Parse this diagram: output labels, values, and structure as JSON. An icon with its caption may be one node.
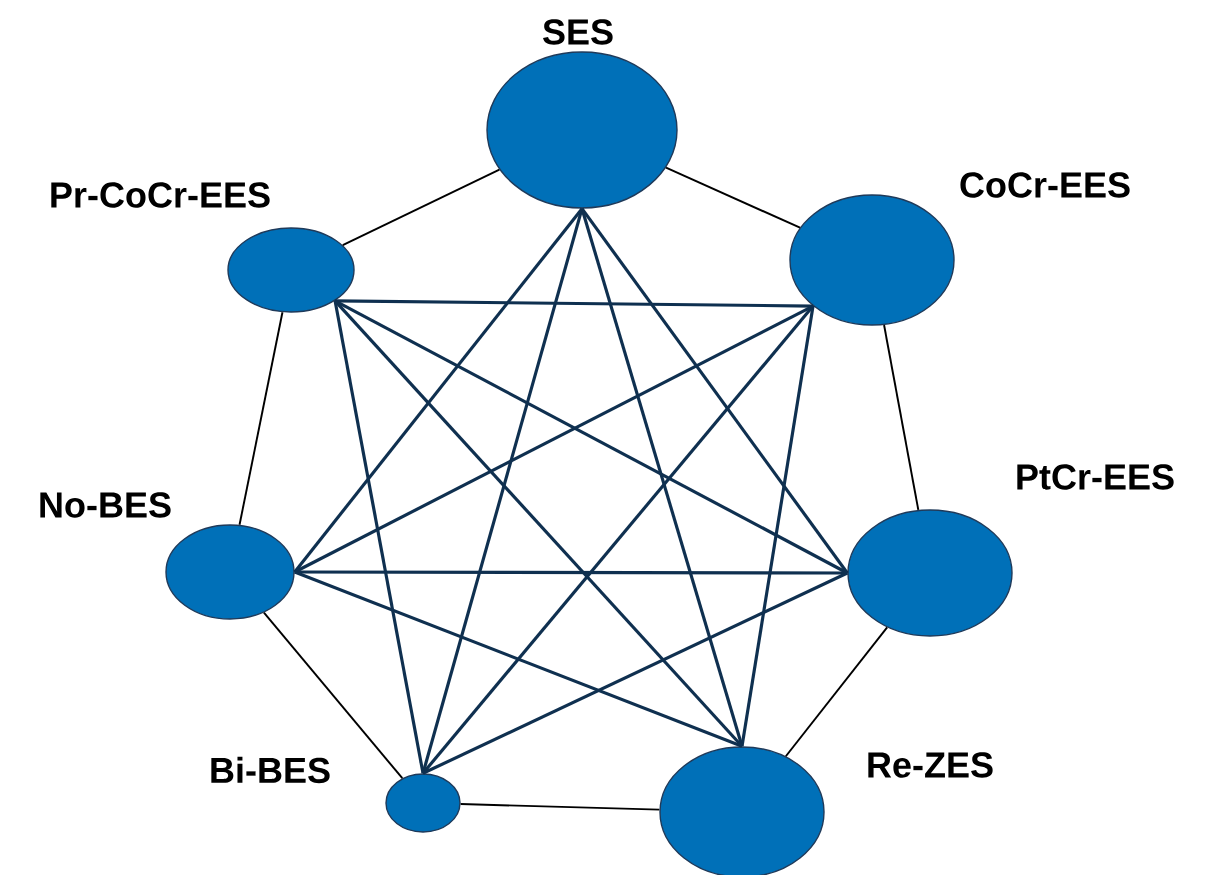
{
  "diagram": {
    "nodes": [
      {
        "text": [
          "SES"
        ]
      },
      {
        "text": [
          "CoCr-EES"
        ]
      },
      {
        "text": [
          "PtCr-EES"
        ]
      },
      {
        "text": [
          "Re-ZES"
        ]
      },
      {
        "text": [
          "Bi-BES"
        ]
      },
      {
        "text": [
          "No-BES"
        ]
      },
      {
        "text": [
          "Pr-CoCr-EES"
        ]
      }
    ],
    "edges": [
      {
        "from": 0,
        "to": 1,
        "arrow": "none",
        "color": "#000000"
      },
      {
        "from": 1,
        "to": 2,
        "arrow": "none",
        "color": "#000000"
      },
      {
        "from": 2,
        "to": 3,
        "arrow": "none",
        "color": "#000000"
      },
      {
        "from": 3,
        "to": 4,
        "arrow": "none",
        "color": "#000000"
      },
      {
        "from": 4,
        "to": 5,
        "arrow": "none",
        "color": "#000000"
      },
      {
        "from": 5,
        "to": 6,
        "arrow": "none",
        "color": "#000000"
      },
      {
        "from": 6,
        "to": 0,
        "arrow": "none",
        "color": "#000000"
      },
      {
        "from": 0,
        "to": 2,
        "arrow": "none"
      },
      {
        "from": 0,
        "to": 3,
        "arrow": "none"
      },
      {
        "from": 0,
        "to": 4,
        "arrow": "none"
      },
      {
        "from": 0,
        "to": 5,
        "arrow": "none"
      },
      {
        "from": 1,
        "to": 3,
        "arrow": "none"
      },
      {
        "from": 1,
        "to": 4,
        "arrow": "none"
      },
      {
        "from": 1,
        "to": 5,
        "arrow": "none"
      },
      {
        "from": 1,
        "to": 6,
        "arrow": "none"
      },
      {
        "from": 2,
        "to": 4,
        "arrow": "none"
      },
      {
        "from": 2,
        "to": 5,
        "arrow": "none"
      },
      {
        "from": 2,
        "to": 6,
        "arrow": "none"
      },
      {
        "from": 3,
        "to": 5,
        "arrow": "none"
      },
      {
        "from": 3,
        "to": 6,
        "arrow": "none"
      },
      {
        "from": 4,
        "to": 6,
        "arrow": "none"
      }
    ]
  }
}
